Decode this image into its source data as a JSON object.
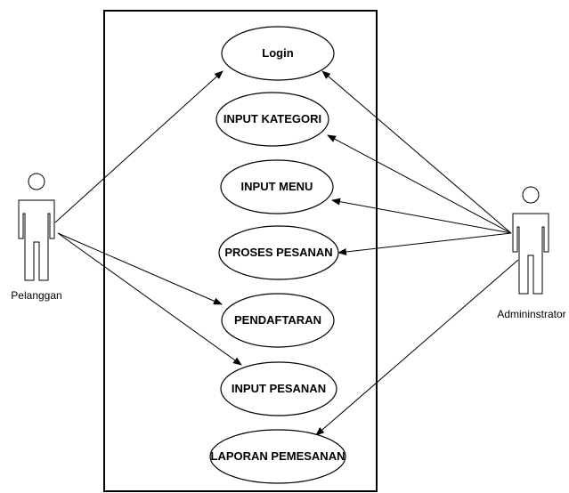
{
  "actors": [
    {
      "id": "pelanggan",
      "label": "Pelanggan"
    },
    {
      "id": "admin",
      "label": "Admininstrator"
    }
  ],
  "use_cases": [
    {
      "id": "login",
      "label": "Login"
    },
    {
      "id": "input_kategori",
      "label": "INPUT KATEGORI"
    },
    {
      "id": "input_menu",
      "label": "INPUT MENU"
    },
    {
      "id": "proses_pesanan",
      "label": "PROSES PESANAN"
    },
    {
      "id": "pendaftaran",
      "label": "PENDAFTARAN"
    },
    {
      "id": "input_pesanan",
      "label": "INPUT PESANAN"
    },
    {
      "id": "laporan_pemesanan",
      "label": "LAPORAN PEMESANAN"
    }
  ],
  "associations": [
    {
      "from": "pelanggan",
      "to": "login"
    },
    {
      "from": "pelanggan",
      "to": "pendaftaran"
    },
    {
      "from": "pelanggan",
      "to": "input_pesanan"
    },
    {
      "from": "admin",
      "to": "login"
    },
    {
      "from": "admin",
      "to": "input_kategori"
    },
    {
      "from": "admin",
      "to": "input_menu"
    },
    {
      "from": "admin",
      "to": "proses_pesanan"
    },
    {
      "from": "admin",
      "to": "laporan_pemesanan"
    }
  ],
  "colors": {
    "stroke": "#000000",
    "fill": "#ffffff"
  }
}
